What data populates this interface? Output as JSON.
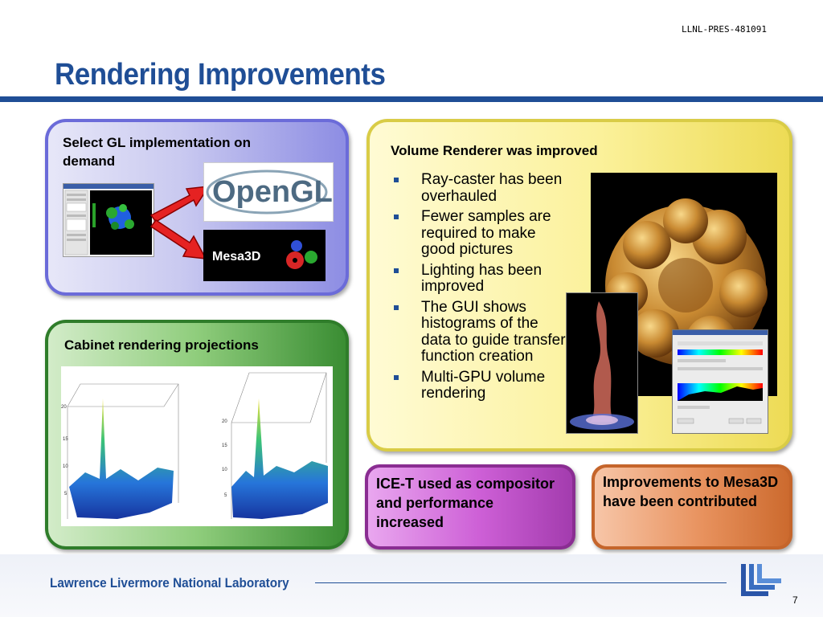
{
  "header": {
    "doc_id": "LLNL-PRES-481091",
    "title": "Rendering Improvements"
  },
  "panel_gl": {
    "heading": "Select GL implementation on demand",
    "mesa_label": "Mesa3D",
    "opengl_logo_text": "OpenGL"
  },
  "panel_cabinet": {
    "heading": "Cabinet rendering projections"
  },
  "panel_volume": {
    "heading": "Volume Renderer was improved",
    "bullets": [
      "Ray-caster has been overhauled",
      "Fewer samples are required to make good pictures",
      "Lighting has been improved",
      "The GUI shows histograms of the data to guide transfer function creation",
      "Multi-GPU volume rendering"
    ]
  },
  "panel_icet": {
    "text": "ICE-T used as compositor and performance increased"
  },
  "panel_mesa": {
    "text": "Improvements to Mesa3D have been contributed"
  },
  "footer": {
    "lab_name": "Lawrence Livermore National Laboratory",
    "page_number": "7"
  },
  "colors": {
    "title_blue": "#1f4e96",
    "gl_panel": "#6b6bd9",
    "cabinet_panel": "#2f7d2a",
    "volume_panel": "#d9cc46",
    "icet_panel": "#a33cae",
    "mesa_panel": "#cc6a2e",
    "arrow_red": "#e52222"
  }
}
